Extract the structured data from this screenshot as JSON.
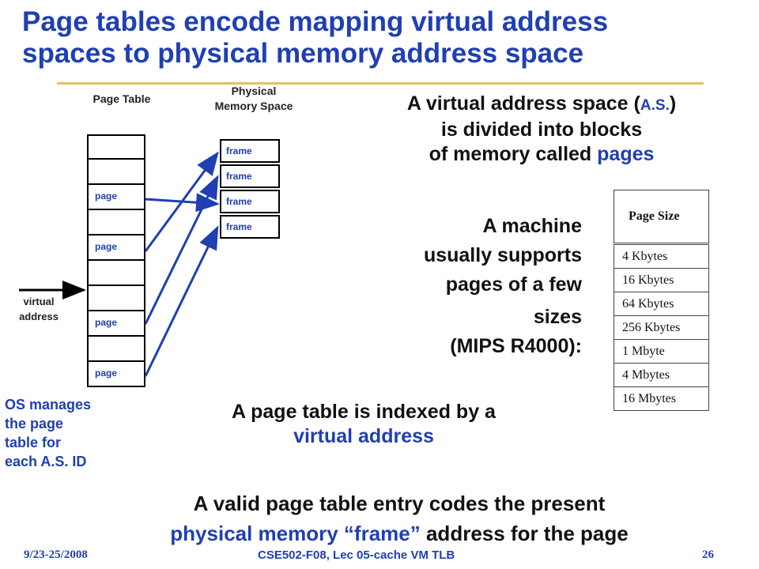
{
  "title": {
    "line1": "Page tables encode mapping virtual address",
    "line2": "spaces to physical memory address space"
  },
  "diagram": {
    "page_table_label": "Page Table",
    "physical_label_1": "Physical",
    "physical_label_2": "Memory Space",
    "virtual_label_1": "virtual",
    "virtual_label_2": "address",
    "page_entries": [
      "",
      "",
      "page",
      "",
      "page",
      "",
      "",
      "page",
      "",
      "page"
    ],
    "frames": [
      "frame",
      "frame",
      "frame",
      "frame"
    ]
  },
  "text_as": {
    "pre": "A virtual address space (",
    "as": "A.S.",
    "post": ")",
    "line2": "is divided into blocks",
    "line3_pre": "of memory called ",
    "line3_em": "pages"
  },
  "text_machine": [
    "A machine",
    "usually supports",
    "pages of a few",
    "sizes",
    "(MIPS R4000):"
  ],
  "page_size_table": {
    "header": "Page Size",
    "rows": [
      "4 Kbytes",
      "16 Kbytes",
      "64 Kbytes",
      "256 Kbytes",
      "1 Mbyte",
      "4 Mbytes",
      "16 Mbytes"
    ]
  },
  "text_index": {
    "line1": "A page table is indexed by a",
    "line2": "virtual address"
  },
  "text_os": "OS manages the page table for each A.S. ID",
  "text_valid": {
    "line1": "A valid page table entry codes the present",
    "line2_em": "physical memory “frame”",
    "line2_rest": " address for the page"
  },
  "footer": {
    "date": "9/23-25/2008",
    "course": "CSE502-F08, Lec 05-cache VM TLB",
    "page": "26"
  }
}
